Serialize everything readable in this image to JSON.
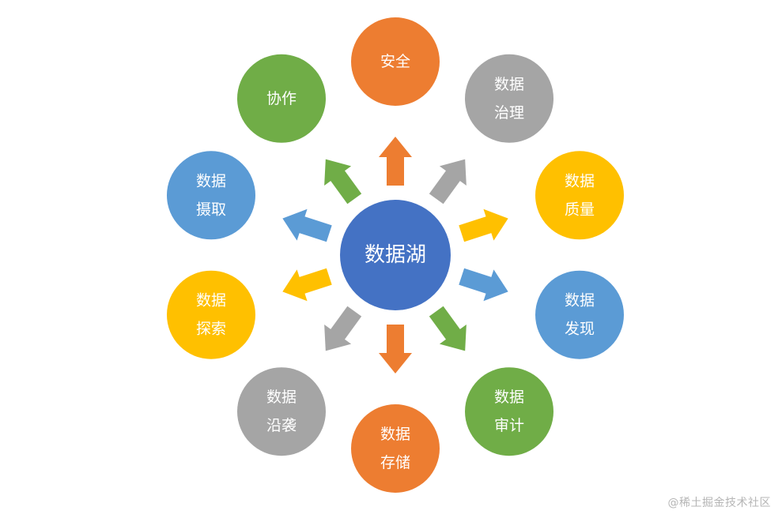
{
  "colors": {
    "blue": "#5b9bd5",
    "center": "#4472c4",
    "orange": "#ed7d31",
    "gray": "#a5a5a5",
    "yellow": "#ffc000",
    "green": "#70ad47"
  },
  "center": {
    "label": "数据湖",
    "color": "#4472c4"
  },
  "nodes": [
    {
      "id": "security",
      "lines": [
        "安全"
      ],
      "color": "#ed7d31"
    },
    {
      "id": "governance",
      "lines": [
        "数据",
        "治理"
      ],
      "color": "#a5a5a5"
    },
    {
      "id": "quality",
      "lines": [
        "数据",
        "质量"
      ],
      "color": "#ffc000"
    },
    {
      "id": "discovery",
      "lines": [
        "数据",
        "发现"
      ],
      "color": "#5b9bd5"
    },
    {
      "id": "audit",
      "lines": [
        "数据",
        "审计"
      ],
      "color": "#70ad47"
    },
    {
      "id": "storage",
      "lines": [
        "数据",
        "存储"
      ],
      "color": "#ed7d31"
    },
    {
      "id": "lineage",
      "lines": [
        "数据",
        "沿袭"
      ],
      "color": "#a5a5a5"
    },
    {
      "id": "exploration",
      "lines": [
        "数据",
        "探索"
      ],
      "color": "#ffc000"
    },
    {
      "id": "ingestion",
      "lines": [
        "数据",
        "摄取"
      ],
      "color": "#5b9bd5"
    },
    {
      "id": "collaboration",
      "lines": [
        "协作"
      ],
      "color": "#70ad47"
    }
  ],
  "watermark": "@稀土掘金技术社区"
}
